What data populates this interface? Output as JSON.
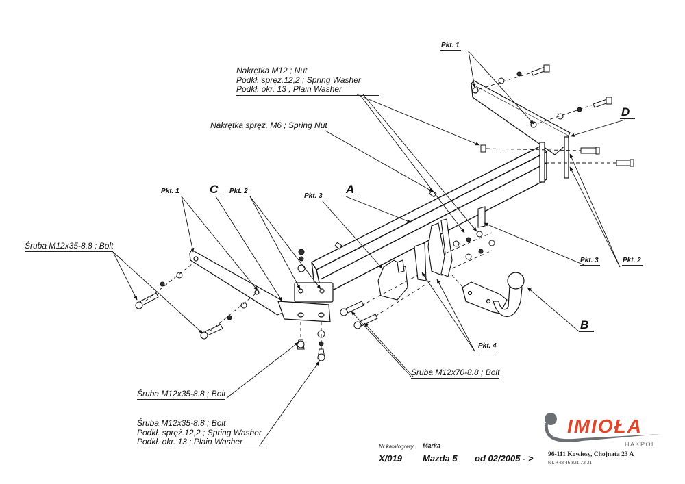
{
  "labels": {
    "nut_m12": [
      "Nakrętka  M12 ; Nut",
      "Podkł. spręż.12,2 ; Spring Washer",
      "Podkł. okr. 13 ; Plain Washer"
    ],
    "spring_nut": "Nakrętka  spręż. M6 ; Spring Nut",
    "bolt_left": "Śruba M12x35-8.8 ;  Bolt",
    "bolt_bottom": "Śruba M12x35-8.8 ;  Bolt",
    "bolt_bottom_set": [
      "Śruba M12x35-8.8 ;  Bolt",
      "Podkł. spręż.12,2 ; Spring Washer",
      "Podkł. okr. 13 ; Plain Washer"
    ],
    "bolt_m12x70": "Śruba M12x70-8.8 ;  Bolt"
  },
  "points": {
    "pkt1_top": "Pkt. 1",
    "pkt1_left": "Pkt. 1",
    "pkt2_left": "Pkt. 2",
    "pkt2_right": "Pkt. 2",
    "pkt3_left": "Pkt. 3",
    "pkt3_right": "Pkt. 3",
    "pkt4": "Pkt. 4"
  },
  "parts": {
    "A": "A",
    "B": "B",
    "C": "C",
    "D": "D"
  },
  "title_block": {
    "catalog_label": "Nr katalogowy",
    "catalog_value": "X/019",
    "make_label": "Marka",
    "make_value": "Mazda 5",
    "from_value": "od  02/2005 - >"
  },
  "company": {
    "name": "IMIOŁA",
    "sub": "HAKPOL",
    "address": "96-111 Kowiesy, Chojnata 23 A",
    "phone": "tel. +48 46 831 73 31",
    "brand_color": "#e0452a",
    "grey_color": "#6b6e73"
  }
}
